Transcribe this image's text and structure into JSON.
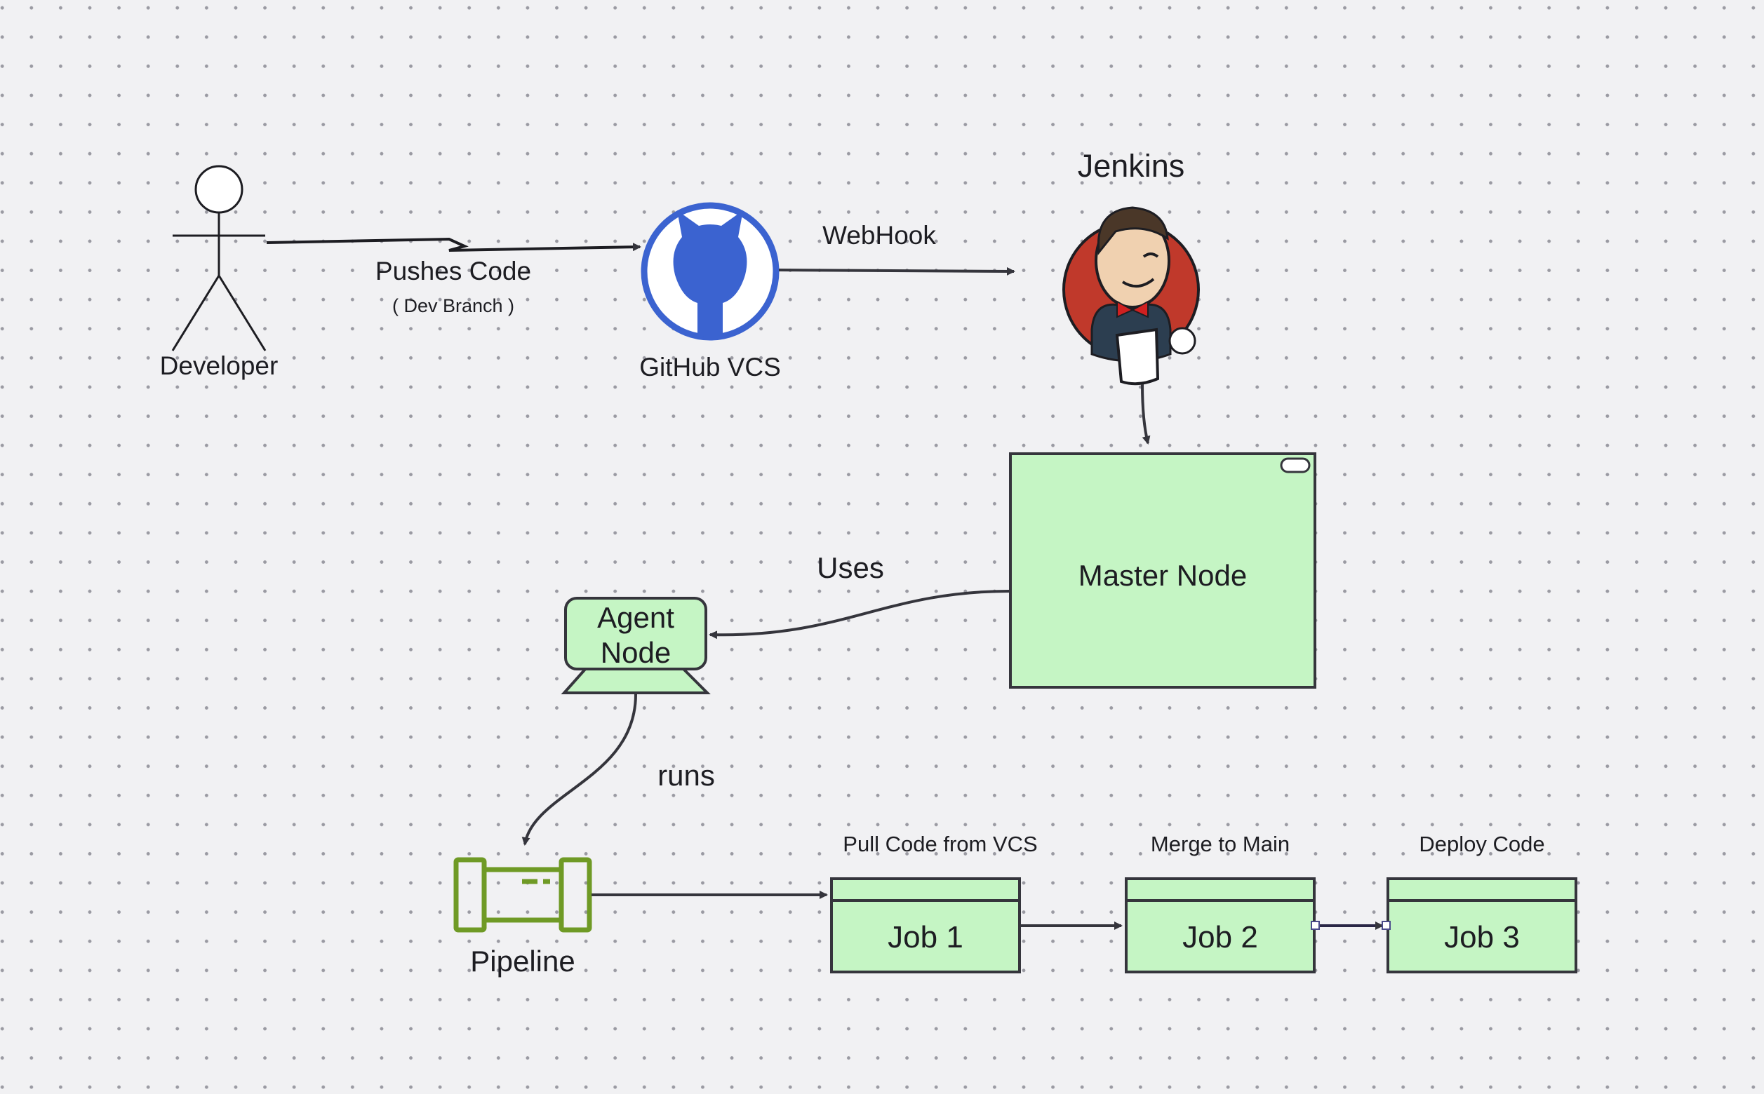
{
  "nodes": {
    "developer": {
      "label": "Developer"
    },
    "github": {
      "label": "GitHub VCS",
      "color": "#3b63d0"
    },
    "jenkins": {
      "label": "Jenkins"
    },
    "master": {
      "label": "Master Node",
      "fill": "#c5f5c4",
      "stroke": "#35353c"
    },
    "agent": {
      "line1": "Agent",
      "line2": "Node",
      "fill": "#c5f5c4"
    },
    "pipeline": {
      "label": "Pipeline",
      "color": "#6f9a25"
    }
  },
  "edges": {
    "push": {
      "label": "Pushes Code",
      "sublabel": "( Dev Branch )"
    },
    "webhook": {
      "label": "WebHook"
    },
    "uses": {
      "label": "Uses"
    },
    "runs": {
      "label": "runs"
    }
  },
  "jobs": [
    {
      "title": "Pull Code from VCS",
      "label": "Job 1"
    },
    {
      "title": "Merge to Main",
      "label": "Job 2"
    },
    {
      "title": "Deploy Code",
      "label": "Job 3"
    }
  ],
  "colors": {
    "box_fill": "#c5f5c4",
    "stroke": "#35353c",
    "connector_dark": "#2a2746",
    "jenkins_red": "#c0392b"
  }
}
